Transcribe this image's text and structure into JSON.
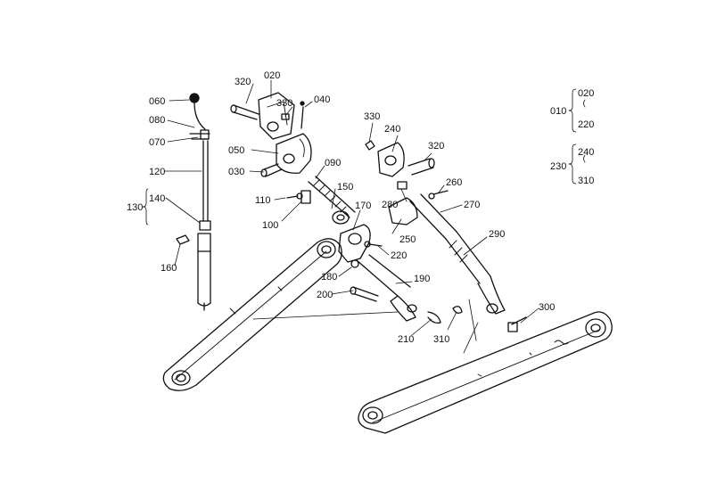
{
  "colors": {
    "ink": "#111111",
    "paper": "#ffffff"
  },
  "labels": {
    "p060": "060",
    "p080": "080",
    "p070": "070",
    "p120": "120",
    "p130": "130",
    "p140": "140",
    "p160": "160",
    "p320a": "320",
    "p020": "020",
    "p330a": "330",
    "p040": "040",
    "p050": "050",
    "p030": "030",
    "p090": "090",
    "p110": "110",
    "p150": "150",
    "p100": "100",
    "p170": "170",
    "p220": "220",
    "p180": "180",
    "p190": "190",
    "p200": "200",
    "p210": "210",
    "p330b": "330",
    "p240": "240",
    "p320b": "320",
    "p260": "260",
    "p280": "280",
    "p270": "270",
    "p250": "250",
    "p290": "290",
    "p300": "300",
    "p310": "310"
  },
  "groups": {
    "g1": {
      "code": "010",
      "members": [
        "020",
        "220"
      ]
    },
    "g2": {
      "code": "230",
      "members": [
        "240",
        "310"
      ]
    }
  }
}
